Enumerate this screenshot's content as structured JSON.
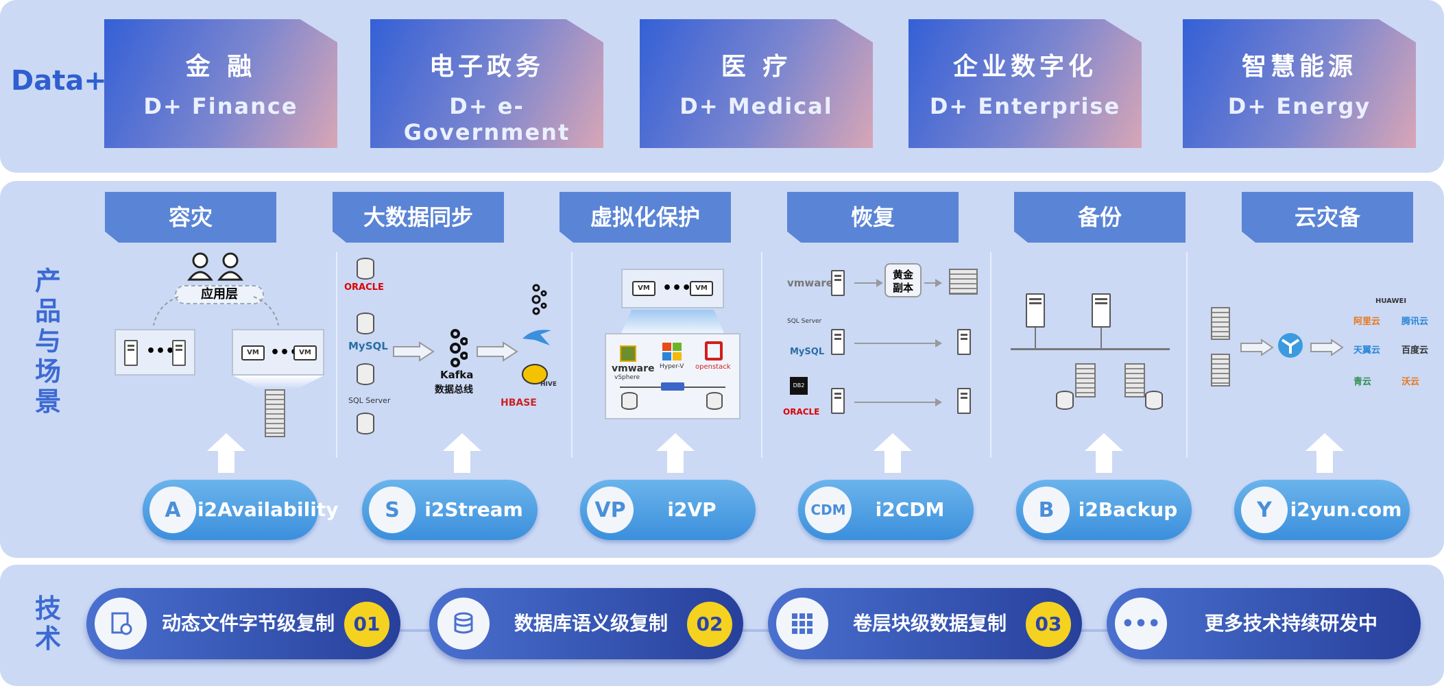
{
  "top": {
    "label": "Data+",
    "industries": [
      {
        "zh": "金 融",
        "en": "D+ Finance"
      },
      {
        "zh": "电子政务",
        "en": "D+ e-Government"
      },
      {
        "zh": "医 疗",
        "en": "D+ Medical"
      },
      {
        "zh": "企业数字化",
        "en": "D+ Enterprise"
      },
      {
        "zh": "智慧能源",
        "en": "D+ Energy"
      }
    ]
  },
  "middle": {
    "label": "产品与场景",
    "scenes": [
      "容灾",
      "大数据同步",
      "虚拟化保护",
      "恢复",
      "备份",
      "云灾备"
    ],
    "products": [
      {
        "name": "i2Availability",
        "icon": "A"
      },
      {
        "name": "i2Stream",
        "icon": "S"
      },
      {
        "name": "i2VP",
        "icon": "VP"
      },
      {
        "name": "i2CDM",
        "icon": "CDM"
      },
      {
        "name": "i2Backup",
        "icon": "B"
      },
      {
        "name": "i2yun.com",
        "icon": "Y"
      }
    ],
    "diagram": {
      "app_layer": "应用层",
      "vm": "VM",
      "kafka": "Kafka",
      "bus": "数据总线",
      "oracle": "ORACLE",
      "mysql": "MySQL",
      "sqlserver": "SQL Server",
      "hive": "HIVE",
      "hbase": "HBASE",
      "vmware": "vmware",
      "vsphere": "vSphere",
      "hyperv": "Hyper-V",
      "openstack": "openstack",
      "golden": "黄金\n副本",
      "db2": "DB2",
      "clouds": [
        "HUAWEI",
        "阿里云",
        "腾讯云",
        "天翼云",
        "百度云",
        "青云",
        "沃云"
      ]
    }
  },
  "bottom": {
    "label": "技术",
    "items": [
      {
        "text": "动态文件字节级复制",
        "num": "01"
      },
      {
        "text": "数据库语义级复制",
        "num": "02"
      },
      {
        "text": "卷层块级数据复制",
        "num": "03"
      },
      {
        "text": "更多技术持续研发中",
        "num": ""
      }
    ]
  },
  "colors": {
    "band": "#cbd9f5",
    "accent": "#2f5fcf",
    "pill": "#4a9ae0",
    "badge": "#f5d21f"
  }
}
